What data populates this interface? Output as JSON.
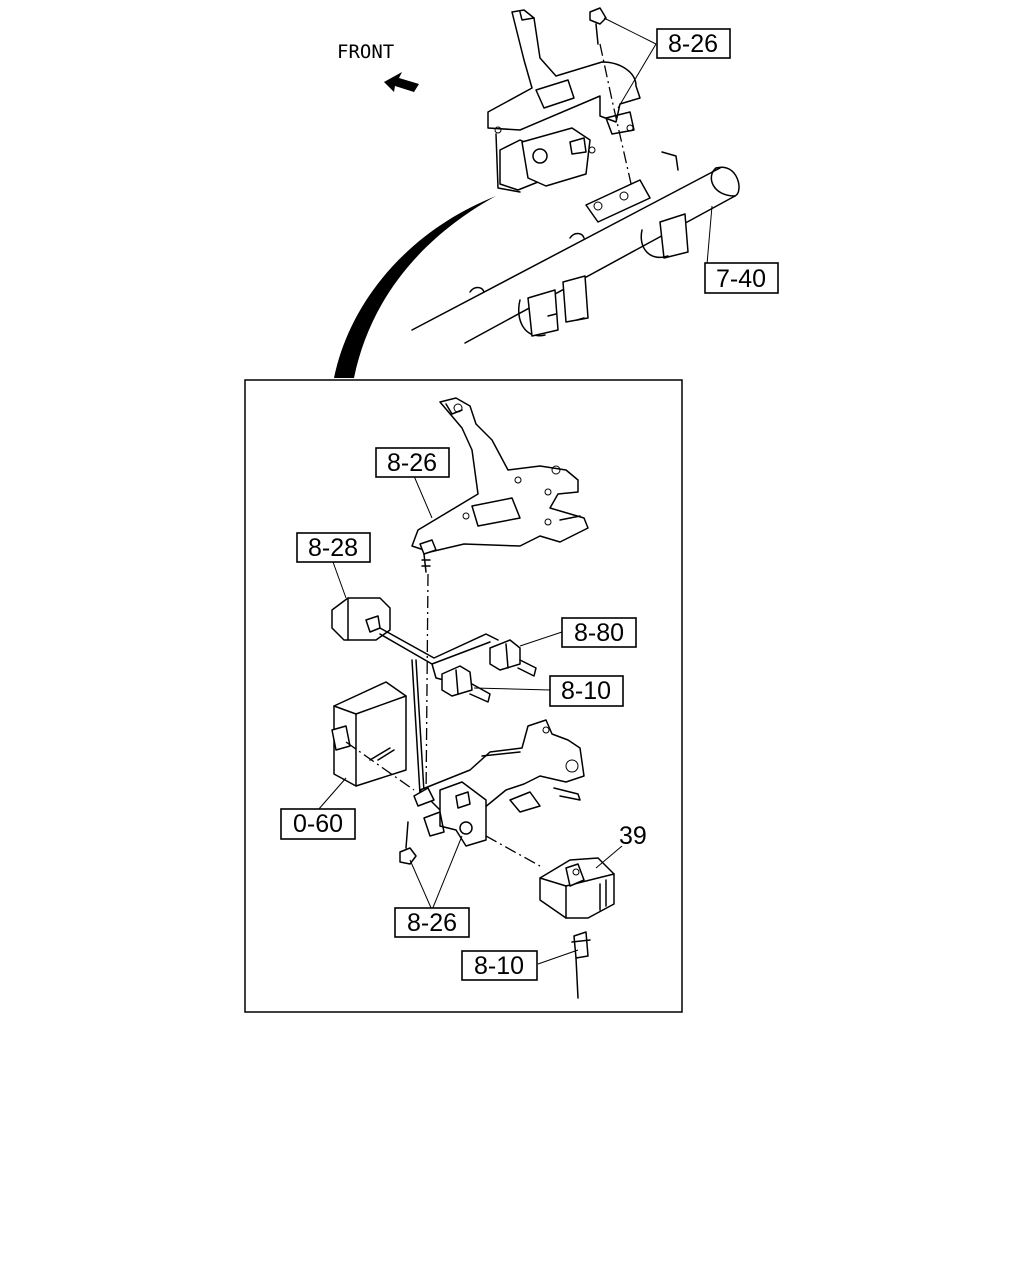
{
  "diagram": {
    "front_label": "FRONT",
    "callouts": {
      "top_bracket_bolt": "8-26",
      "crossmember": "7-40",
      "detail_bracket": "8-26",
      "connector_harness": "8-28",
      "connector_upper": "8-80",
      "connector_mid": "8-10",
      "control_unit": "0-60",
      "nuts": "8-26",
      "relay": "39",
      "relay_connector": "8-10"
    }
  }
}
